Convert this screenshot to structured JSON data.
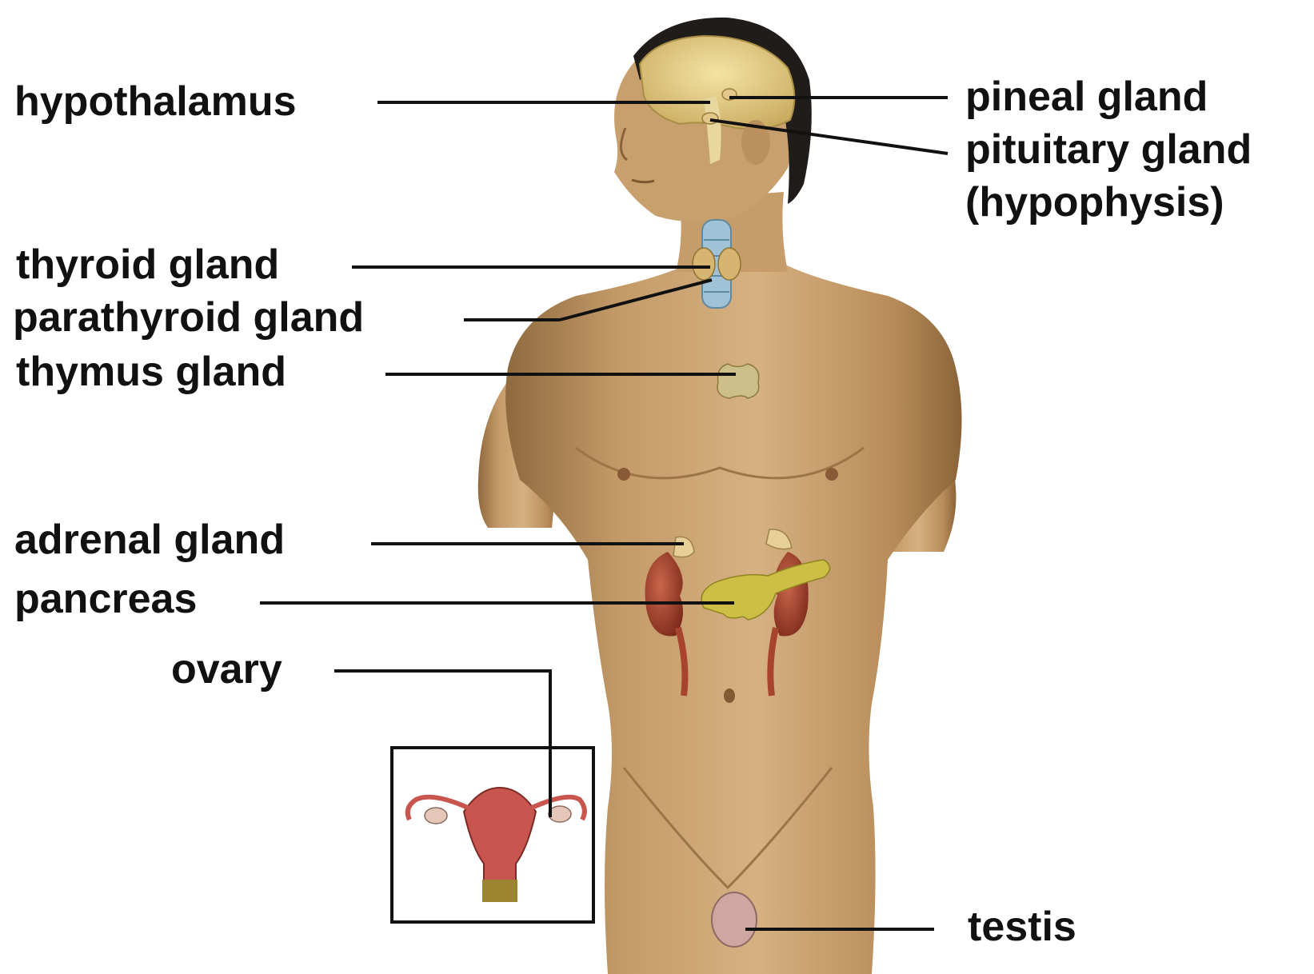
{
  "labels": {
    "hypothalamus": "hypothalamus",
    "pineal": "pineal gland",
    "pituitary": "pituitary gland",
    "hypophysis": "(hypophysis)",
    "thyroid": "thyroid gland",
    "parathyroid": "parathyroid gland",
    "thymus": "thymus gland",
    "adrenal": "adrenal gland",
    "pancreas": "pancreas",
    "ovary": "ovary",
    "testis": "testis"
  },
  "colors": {
    "background": "#ffffff",
    "skin": "#c9a273",
    "skin_shadow": "#9c7547",
    "hair": "#1f1c1a",
    "brain": "#e8d08a",
    "thyroid": "#9fc2d6",
    "kidney": "#a8442e",
    "pancreas": "#cdbf45",
    "uterus": "#c9554f",
    "leader_line": "#111111"
  }
}
